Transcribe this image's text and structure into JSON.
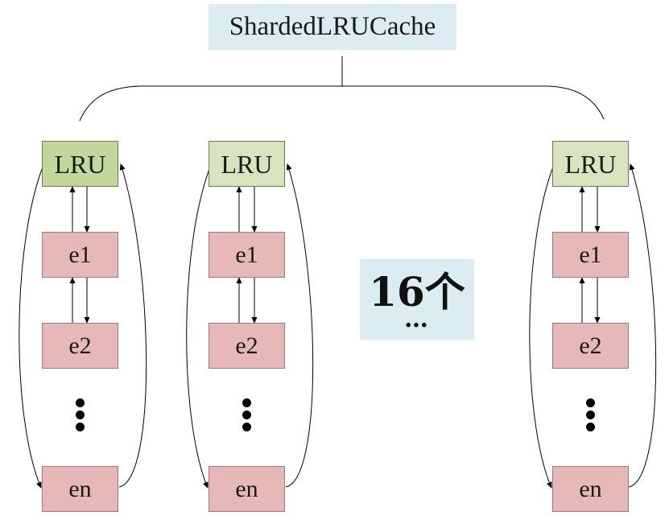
{
  "title": "ShardedLRUCache",
  "shard_count_label": "16个",
  "shard_count_ellipsis": "…",
  "shards": [
    {
      "lru_label": "LRU",
      "entries": [
        "e1",
        "e2"
      ],
      "last_entry": "en"
    },
    {
      "lru_label": "LRU",
      "entries": [
        "e1",
        "e2"
      ],
      "last_entry": "en"
    },
    {
      "lru_label": "LRU",
      "entries": [
        "e1",
        "e2"
      ],
      "last_entry": "en"
    }
  ],
  "colors": {
    "title_bg": "#dcecf3",
    "lru_selected": "#c3d69b",
    "lru": "#d7e4bd",
    "entry": "#e6b9b8",
    "line": "#000000"
  }
}
